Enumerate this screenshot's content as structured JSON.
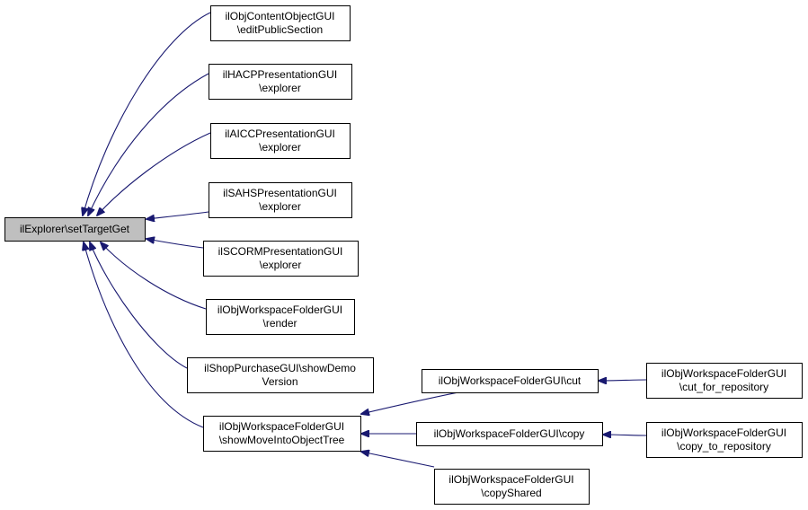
{
  "colors": {
    "edge": "#191970",
    "node_fill": "#ffffff",
    "root_fill": "#bfbfbf",
    "border": "#000000"
  },
  "nodes": [
    {
      "id": "root",
      "lines": [
        "ilExplorer\\setTargetGet"
      ],
      "root": true
    },
    {
      "id": "n1",
      "lines": [
        "ilObjContentObjectGUI",
        "\\editPublicSection"
      ]
    },
    {
      "id": "n2",
      "lines": [
        "ilHACPPresentationGUI",
        "\\explorer"
      ]
    },
    {
      "id": "n3",
      "lines": [
        "ilAICCPresentationGUI",
        "\\explorer"
      ]
    },
    {
      "id": "n4",
      "lines": [
        "ilSAHSPresentationGUI",
        "\\explorer"
      ]
    },
    {
      "id": "n5",
      "lines": [
        "ilSCORMPresentationGUI",
        "\\explorer"
      ]
    },
    {
      "id": "n6",
      "lines": [
        "ilObjWorkspaceFolderGUI",
        "\\render"
      ]
    },
    {
      "id": "n7",
      "lines": [
        "ilShopPurchaseGUI\\showDemo",
        "Version"
      ]
    },
    {
      "id": "n8",
      "lines": [
        "ilObjWorkspaceFolderGUI",
        "\\showMoveIntoObjectTree"
      ]
    },
    {
      "id": "n9",
      "lines": [
        "ilObjWorkspaceFolderGUI\\cut"
      ]
    },
    {
      "id": "n10",
      "lines": [
        "ilObjWorkspaceFolderGUI\\copy"
      ]
    },
    {
      "id": "n11",
      "lines": [
        "ilObjWorkspaceFolderGUI",
        "\\copyShared"
      ]
    },
    {
      "id": "n12",
      "lines": [
        "ilObjWorkspaceFolderGUI",
        "\\cut_for_repository"
      ]
    },
    {
      "id": "n13",
      "lines": [
        "ilObjWorkspaceFolderGUI",
        "\\copy_to_repository"
      ]
    }
  ],
  "edges": [
    {
      "from": "n1",
      "to": "root"
    },
    {
      "from": "n2",
      "to": "root"
    },
    {
      "from": "n3",
      "to": "root"
    },
    {
      "from": "n4",
      "to": "root"
    },
    {
      "from": "n5",
      "to": "root"
    },
    {
      "from": "n6",
      "to": "root"
    },
    {
      "from": "n7",
      "to": "root"
    },
    {
      "from": "n8",
      "to": "root"
    },
    {
      "from": "n9",
      "to": "n8"
    },
    {
      "from": "n10",
      "to": "n8"
    },
    {
      "from": "n11",
      "to": "n8"
    },
    {
      "from": "n12",
      "to": "n9"
    },
    {
      "from": "n13",
      "to": "n10"
    }
  ]
}
